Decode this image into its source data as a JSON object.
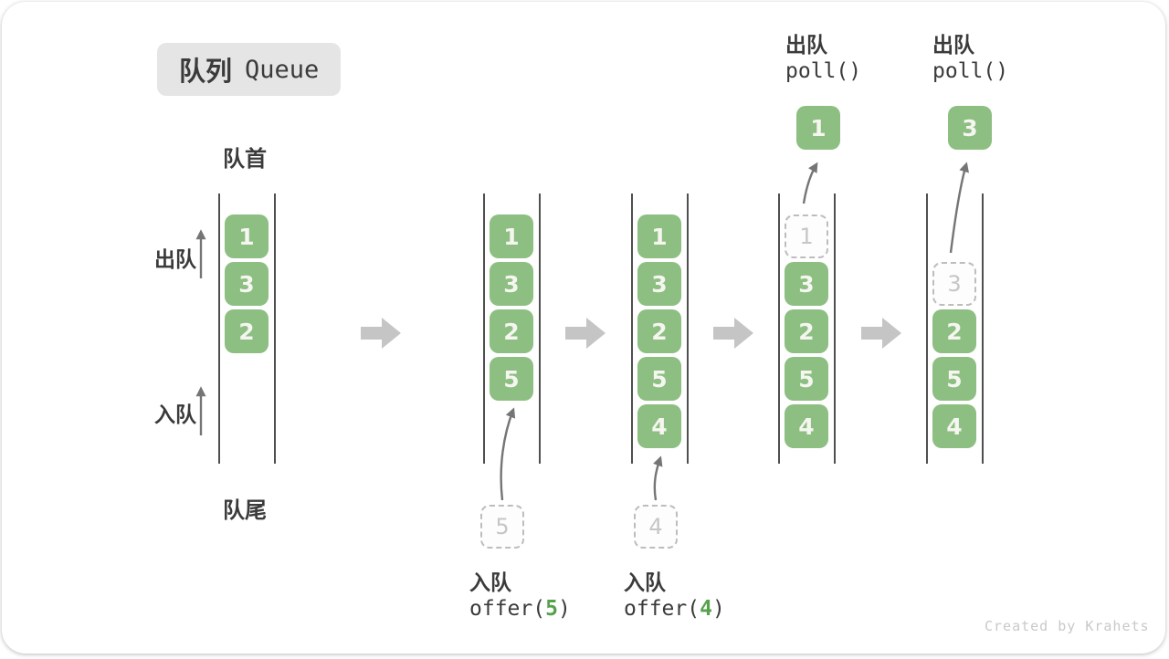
{
  "title": {
    "zh": "队列",
    "en": "Queue"
  },
  "labels": {
    "front": "队首",
    "rear": "队尾",
    "dequeue": "出队",
    "enqueue": "入队"
  },
  "queues": [
    {
      "name": "state-1-initial",
      "cells": [
        {
          "value": "1",
          "row": 0,
          "style": "solid"
        },
        {
          "value": "3",
          "row": 1,
          "style": "solid"
        },
        {
          "value": "2",
          "row": 2,
          "style": "solid"
        }
      ]
    },
    {
      "name": "state-2-after-offer-5",
      "cells": [
        {
          "value": "1",
          "row": 0,
          "style": "solid"
        },
        {
          "value": "3",
          "row": 1,
          "style": "solid"
        },
        {
          "value": "2",
          "row": 2,
          "style": "solid"
        },
        {
          "value": "5",
          "row": 3,
          "style": "solid"
        }
      ]
    },
    {
      "name": "state-3-after-offer-4",
      "cells": [
        {
          "value": "1",
          "row": 0,
          "style": "solid"
        },
        {
          "value": "3",
          "row": 1,
          "style": "solid"
        },
        {
          "value": "2",
          "row": 2,
          "style": "solid"
        },
        {
          "value": "5",
          "row": 3,
          "style": "solid"
        },
        {
          "value": "4",
          "row": 4,
          "style": "solid"
        }
      ]
    },
    {
      "name": "state-4-poll-1",
      "cells": [
        {
          "value": "1",
          "row": 0,
          "style": "ghost"
        },
        {
          "value": "3",
          "row": 1,
          "style": "solid"
        },
        {
          "value": "2",
          "row": 2,
          "style": "solid"
        },
        {
          "value": "5",
          "row": 3,
          "style": "solid"
        },
        {
          "value": "4",
          "row": 4,
          "style": "solid"
        }
      ]
    },
    {
      "name": "state-5-poll-3",
      "cells": [
        {
          "value": "3",
          "row": 1,
          "style": "ghost"
        },
        {
          "value": "2",
          "row": 2,
          "style": "solid"
        },
        {
          "value": "5",
          "row": 3,
          "style": "solid"
        },
        {
          "value": "4",
          "row": 4,
          "style": "solid"
        }
      ]
    }
  ],
  "operations": {
    "enqueue_5": {
      "action": "入队",
      "code_fn": "offer(",
      "code_arg": "5",
      "code_close": ")",
      "pending_value": "5"
    },
    "enqueue_4": {
      "action": "入队",
      "code_fn": "offer(",
      "code_arg": "4",
      "code_close": ")",
      "pending_value": "4"
    },
    "dequeue_1": {
      "action": "出队",
      "code": "poll()",
      "removed_value": "1"
    },
    "dequeue_3": {
      "action": "出队",
      "code": "poll()",
      "removed_value": "3"
    }
  },
  "colors": {
    "cell_green": "#8dbe82",
    "code_green": "#57a14d",
    "wall": "#4f4f4f",
    "flow_arrow": "#c5c5c5",
    "ink": "#3b3b3b",
    "ghost": "#c6c6c6"
  },
  "credit": "Created by Krahets"
}
